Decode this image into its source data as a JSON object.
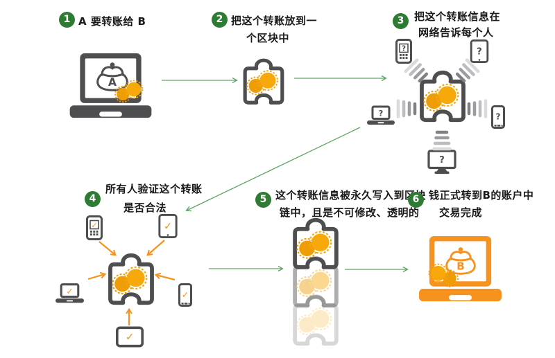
{
  "steps": [
    {
      "num": "1",
      "lines": [
        "A 要转账给 B"
      ]
    },
    {
      "num": "2",
      "lines": [
        "把这个转账放到一",
        "个区块中"
      ]
    },
    {
      "num": "3",
      "lines": [
        "把这个转账信息在",
        "网络告诉每个人"
      ]
    },
    {
      "num": "4",
      "lines": [
        "所有人验证这个转账",
        "是否合法"
      ]
    },
    {
      "num": "5",
      "lines": [
        "这个转账信息被永久写入到区块",
        "链中，且是不可修改、透明的"
      ]
    },
    {
      "num": "6",
      "lines": [
        "钱正式转到B的账户中",
        "交易完成"
      ]
    }
  ],
  "glyphs": {
    "question": "?",
    "check": "✓",
    "wallet_a": "A",
    "wallet_b": "B"
  },
  "colors": {
    "badge_green": "#2E7B33",
    "arrow_green": "#5FA463",
    "orange": "#F6921E",
    "coin_front": "#F7A80B",
    "coin_back": "#EE9D07",
    "device_gray": "#4E4E50",
    "wave_grays": [
      "#808184",
      "#9B9DA0",
      "#BBBDC0",
      "#D9DADB"
    ],
    "text": "#1A1A1A"
  }
}
